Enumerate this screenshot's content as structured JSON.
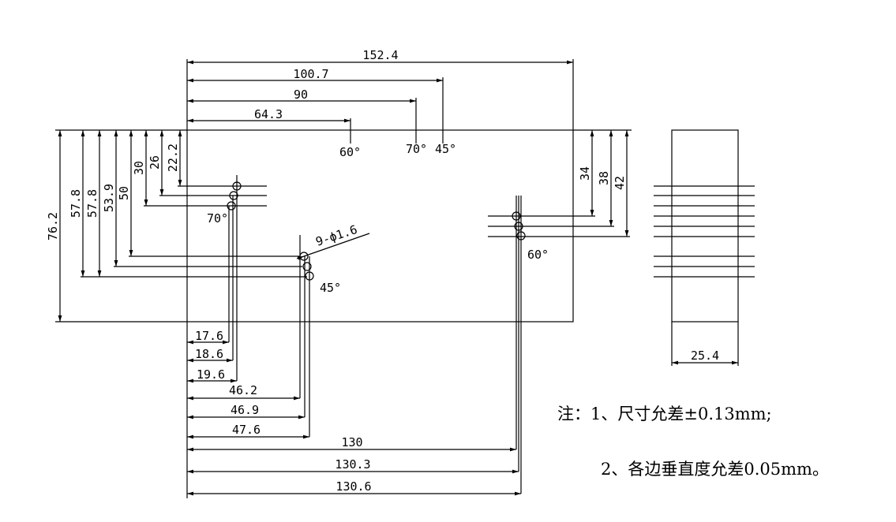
{
  "dims_top": {
    "d1524": "152.4",
    "d1007": "100.7",
    "d90": "90",
    "d643": "64.3"
  },
  "dims_left": {
    "d762": "76.2",
    "d578a": "57.8",
    "d578b": "57.8",
    "d539": "53.9",
    "d50": "50",
    "d30": "30",
    "d26": "26",
    "d222": "22.2"
  },
  "dims_right": {
    "d34": "34",
    "d38": "38",
    "d42": "42"
  },
  "dims_bottom": {
    "d176": "17.6",
    "d186": "18.6",
    "d196": "19.6",
    "d462": "46.2",
    "d469": "46.9",
    "d476": "47.6",
    "d130": "130",
    "d1303": "130.3",
    "d1306": "130.6"
  },
  "angles": {
    "a60_top": "60°",
    "a70_top": "70°",
    "a45_top": "45°",
    "a70_left": "70°",
    "a45_mid": "45°",
    "a60_right": "60°"
  },
  "hole_callout": "9-ϕ1.6",
  "side_view_width": "25.4",
  "notes": {
    "line1": "注：1、尺寸允差±0.13mm;",
    "line2": "2、各边垂直度允差0.05mm。"
  }
}
